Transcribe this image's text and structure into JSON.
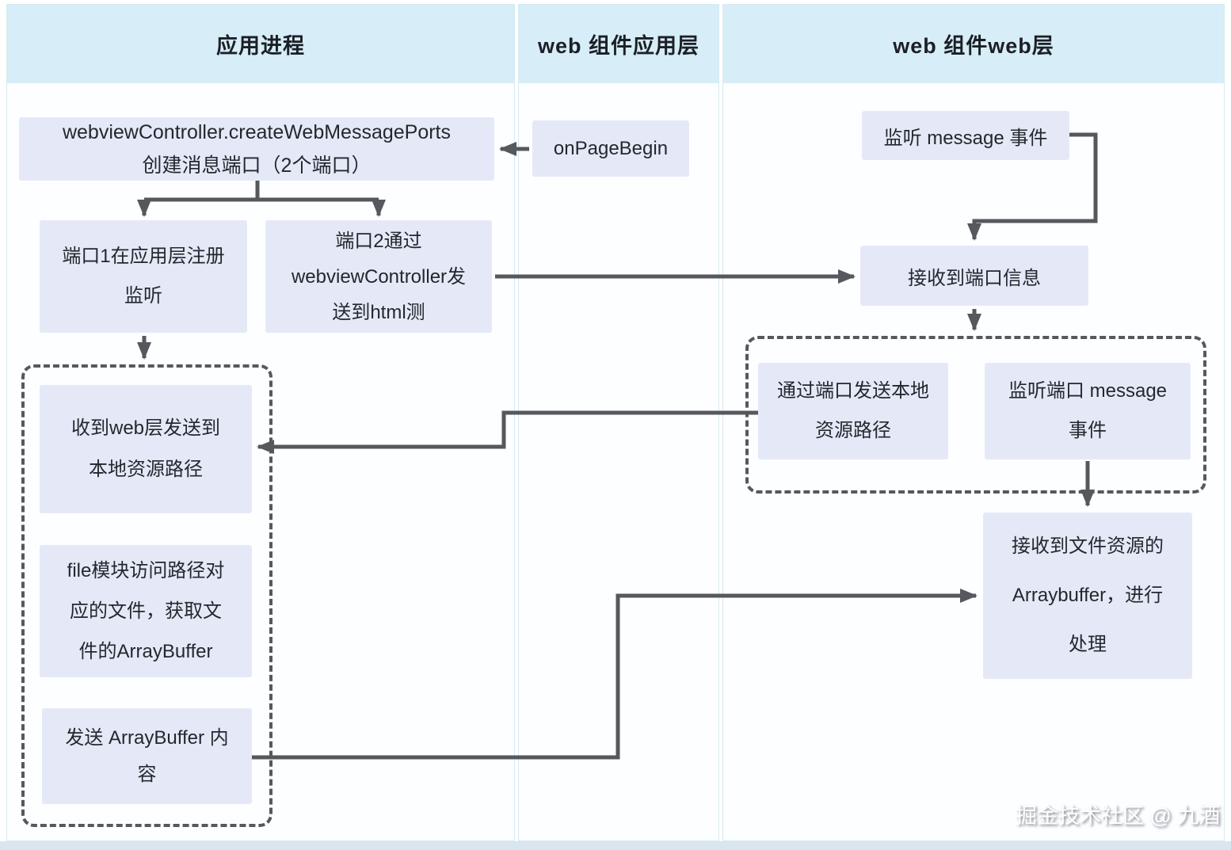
{
  "theme": {
    "header_bg": "#d7edf7",
    "lane_border": "#d6eaf1",
    "lane_bg": "#fdfeff",
    "node_bg": "#e5e9f7",
    "text_color": "#23272e",
    "arrow_color": "#55585d",
    "page_bottom_strip": "#d9e6ef",
    "watermark_color": "#ffffff"
  },
  "lanes": [
    {
      "title": "应用进程"
    },
    {
      "title": "web 组件应用层"
    },
    {
      "title": "web 组件web层"
    }
  ],
  "nodes": {
    "create_ports": {
      "lines": [
        "webviewController.createWebMessagePorts",
        "创建消息端口（2个端口）"
      ]
    },
    "on_page_begin": {
      "lines": [
        "onPageBegin"
      ]
    },
    "listen_message": {
      "lines": [
        "监听 message 事件"
      ]
    },
    "port1_register": {
      "lines": [
        "端口1在应用层注册",
        "监听"
      ]
    },
    "port2_send": {
      "lines": [
        "端口2通过",
        "webviewController发",
        "送到html测"
      ]
    },
    "receive_port_info": {
      "lines": [
        "接收到端口信息"
      ]
    },
    "send_local_path": {
      "lines": [
        "通过端口发送本地",
        "资源路径"
      ]
    },
    "listen_port_message": {
      "lines": [
        "监听端口 message",
        "事件"
      ]
    },
    "receive_local_path": {
      "lines": [
        "收到web层发送到",
        "本地资源路径"
      ]
    },
    "file_module_arraybuffer": {
      "lines": [
        "file模块访问路径对",
        "应的文件，获取文",
        "件的ArrayBuffer"
      ]
    },
    "send_arraybuffer": {
      "lines": [
        "发送 ArrayBuffer 内",
        "容"
      ]
    },
    "receive_file_arraybuffer": {
      "lines": [
        "接收到文件资源的",
        "Arraybuffer，进行",
        "处理"
      ]
    }
  },
  "watermark": "掘金技术社区 @ 九酒"
}
